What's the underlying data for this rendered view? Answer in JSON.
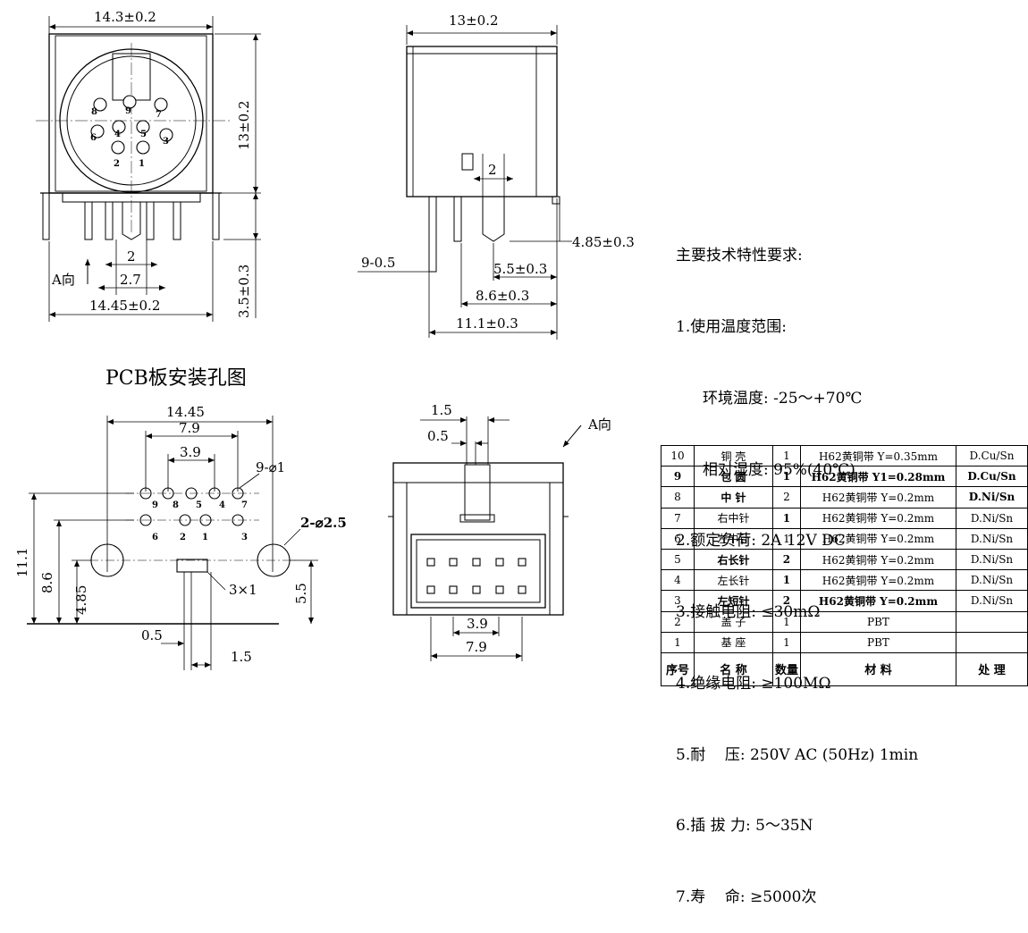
{
  "front_view": {
    "width_top": "14.3±0.2",
    "height_right": "13±0.2",
    "standoff": "3.5±0.3",
    "width_bottom": "14.45±0.2",
    "pin_gap": "2",
    "pin_pitch": "2.7",
    "arrow_label": "A向",
    "pins": [
      "8",
      "9",
      "7",
      "6",
      "3",
      "4",
      "5",
      "2",
      "1"
    ]
  },
  "side_view": {
    "width_top": "13±0.2",
    "post": "2",
    "h1": "4.85±0.3",
    "pin_dia": "9-0.5",
    "d1": "5.5±0.3",
    "d2": "8.6±0.3",
    "d3": "11.1±0.3"
  },
  "pcb_layout": {
    "title": "PCB板安装孔图",
    "w_total": "14.45",
    "w_79": "7.9",
    "w_39": "3.9",
    "holes": "9-⌀1",
    "mount_holes": "2-⌀2.5",
    "h_111": "11.1",
    "h_86": "8.6",
    "h_485": "4.85",
    "h_55": "5.5",
    "d_05": "0.5",
    "d_15": "1.5",
    "slot": "3×1",
    "hole_labels": [
      "9",
      "8",
      "5",
      "4",
      "7",
      "6",
      "2",
      "1",
      "3"
    ]
  },
  "bottom_view": {
    "d_15": "1.5",
    "d_05": "0.5",
    "arrow_label": "A向",
    "w_39": "3.9",
    "w_79": "7.9"
  },
  "specs": {
    "title": "主要技术特性要求:",
    "l1": "1.使用温度范围:",
    "l1a": "环境温度: -25～+70℃",
    "l1b": "相对湿度: 95%(40℃)",
    "l2": "2.额定负荷: 2A 12V DC",
    "l3": "3.接触电阻: ≤30mΩ",
    "l4": "4.绝缘电阻: ≥100MΩ",
    "l5": "5.耐    压: 250V AC (50Hz) 1min",
    "l6": "6.插 拔 力: 5～35N",
    "l7": "7.寿    命: ≥5000次"
  },
  "bom": {
    "headers": [
      "序号",
      "名 称",
      "数量",
      "材  料",
      "处  理"
    ],
    "rows": [
      [
        "10",
        "铜 壳",
        "1",
        "H62黄铜带 Y=0.35mm",
        "D.Cu/Sn"
      ],
      [
        "9",
        "包 圆",
        "1",
        "H62黄铜带 Y1=0.28mm",
        "D.Cu/Sn"
      ],
      [
        "8",
        "中 针",
        "2",
        "H62黄铜带 Y=0.2mm",
        "D.Ni/Sn"
      ],
      [
        "7",
        "右中针",
        "1",
        "H62黄铜带 Y=0.2mm",
        "D.Ni/Sn"
      ],
      [
        "6",
        "左中针",
        "1",
        "H62黄铜带 Y=0.2mm",
        "D.Ni/Sn"
      ],
      [
        "5",
        "右长针",
        "2",
        "H62黄铜带 Y=0.2mm",
        "D.Ni/Sn"
      ],
      [
        "4",
        "左长针",
        "1",
        "H62黄铜带 Y=0.2mm",
        "D.Ni/Sn"
      ],
      [
        "3",
        "左短针",
        "2",
        "H62黄铜带 Y=0.2mm",
        "D.Ni/Sn"
      ],
      [
        "2",
        "盖 子",
        "1",
        "PBT",
        ""
      ],
      [
        "1",
        "基 座",
        "1",
        "PBT",
        ""
      ]
    ]
  }
}
